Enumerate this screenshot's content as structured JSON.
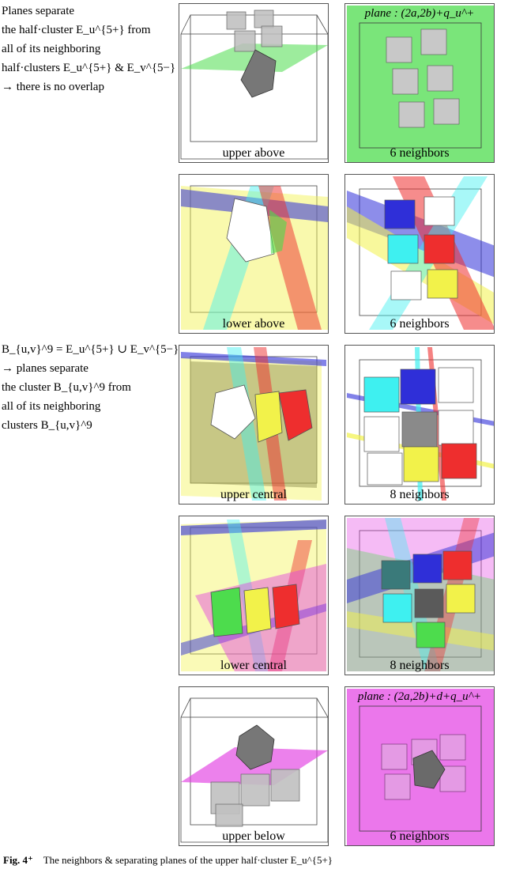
{
  "side_text_1": [
    "Planes separate",
    "the half·cluster E_u^{5+} from",
    "all of its neighboring",
    "half·clusters E_u^{5+} & E_v^{5−}",
    "→ there is no overlap"
  ],
  "side_text_2": [
    "B_{u,v}^9 = E_u^{5+} ∪ E_v^{5−}",
    "→ planes separate",
    "the cluster B_{u,v}^9 from",
    "all of its neighboring",
    "clusters B_{u,v}^9"
  ],
  "rows": [
    {
      "left_label": "upper above",
      "right_label": "6 neighbors",
      "right_title": "plane : (2a,2b)+q_u^+"
    },
    {
      "left_label": "lower above",
      "right_label": "6 neighbors",
      "right_title": ""
    },
    {
      "left_label": "upper central",
      "right_label": "8 neighbors",
      "right_title": ""
    },
    {
      "left_label": "lower central",
      "right_label": "8 neighbors",
      "right_title": ""
    },
    {
      "left_label": "upper below",
      "right_label": "6 neighbors",
      "right_title": "plane : (2a,2b)+d+q_u^+"
    }
  ],
  "caption": {
    "fig": "Fig. 4⁺",
    "text": "The neighbors & separating planes of the upper half·cluster E_u^{5+}"
  },
  "colors": {
    "green": "#4ddc4d",
    "magenta": "#e23de2",
    "yellow": "#f2f24a",
    "cyan": "#3ef0f0",
    "blue": "#2f2fd8",
    "red": "#ee2e2e",
    "gray": "#9a9a9a"
  }
}
